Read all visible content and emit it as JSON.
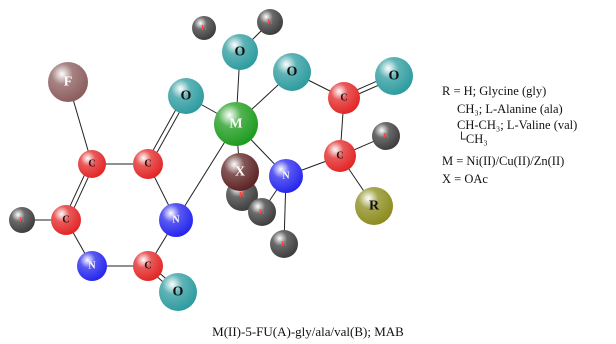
{
  "atoms": [
    {
      "id": "F",
      "label": "F",
      "color": "#8a5a5a"
    },
    {
      "id": "C1",
      "label": "C",
      "color": "#e22222"
    },
    {
      "id": "C2",
      "label": "C",
      "color": "#e22222"
    },
    {
      "id": "O1",
      "label": "O",
      "color": "#2a9a9e"
    },
    {
      "id": "H1",
      "label": "H",
      "color": "#3a3a3a"
    },
    {
      "id": "C3",
      "label": "C",
      "color": "#e22222"
    },
    {
      "id": "N1",
      "label": "N",
      "color": "#2222ee"
    },
    {
      "id": "N2",
      "label": "N",
      "color": "#2222ee"
    },
    {
      "id": "H2",
      "label": "H",
      "color": "#3a3a3a"
    },
    {
      "id": "C4",
      "label": "C",
      "color": "#e22222"
    },
    {
      "id": "O2",
      "label": "O",
      "color": "#2a9a9e"
    },
    {
      "id": "M",
      "label": "M",
      "color": "#1a9a1a"
    },
    {
      "id": "O3",
      "label": "O",
      "color": "#2a9a9e"
    },
    {
      "id": "H3",
      "label": "H",
      "color": "#3a3a3a"
    },
    {
      "id": "H4",
      "label": "H",
      "color": "#3a3a3a"
    },
    {
      "id": "X",
      "label": "X",
      "color": "#5a1f1f"
    },
    {
      "id": "O4",
      "label": "O",
      "color": "#2a9a9e"
    },
    {
      "id": "C5",
      "label": "C",
      "color": "#e22222"
    },
    {
      "id": "O5",
      "label": "O",
      "color": "#2a9a9e"
    },
    {
      "id": "N3",
      "label": "N",
      "color": "#2222ee"
    },
    {
      "id": "C6",
      "label": "C",
      "color": "#e22222"
    },
    {
      "id": "H5",
      "label": "H",
      "color": "#3a3a3a"
    },
    {
      "id": "R",
      "label": "R",
      "color": "#8a8a1a"
    },
    {
      "id": "H6",
      "label": "H",
      "color": "#3a3a3a"
    },
    {
      "id": "H7",
      "label": "H",
      "color": "#3a3a3a"
    }
  ],
  "legend": {
    "line1": "R = H; Glycine (gly)",
    "line2": "CH₃; L-Alanine (ala)",
    "line3": "CH-CH₃; L-Valine (val)",
    "line4": "└CH₃",
    "line5": "M = Ni(II)/Cu(II)/Zn(II)",
    "line6": "X = OAc"
  },
  "caption": "M(II)-5-FU(A)-gly/ala/val(B); MAB"
}
